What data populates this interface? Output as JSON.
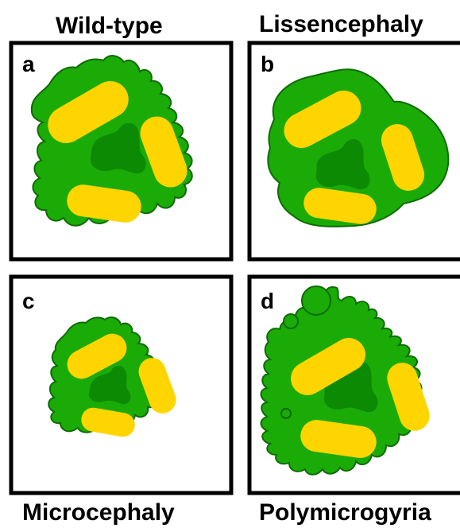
{
  "colors": {
    "tissue_fill": "#1aab07",
    "tissue_outline": "#0f6b06",
    "ventricle": "#0c8a04",
    "lobe": "#ffd500",
    "frame": "#000000",
    "background": "#ffffff"
  },
  "titles": {
    "top_left": "Wild-type",
    "top_right": "Lissencephaly",
    "bottom_left": "Microcephaly",
    "bottom_right": "Polymicrogyria"
  },
  "panels": {
    "a": {
      "letter": "a"
    },
    "b": {
      "letter": "b"
    },
    "c": {
      "letter": "c"
    },
    "d": {
      "letter": "d"
    }
  }
}
